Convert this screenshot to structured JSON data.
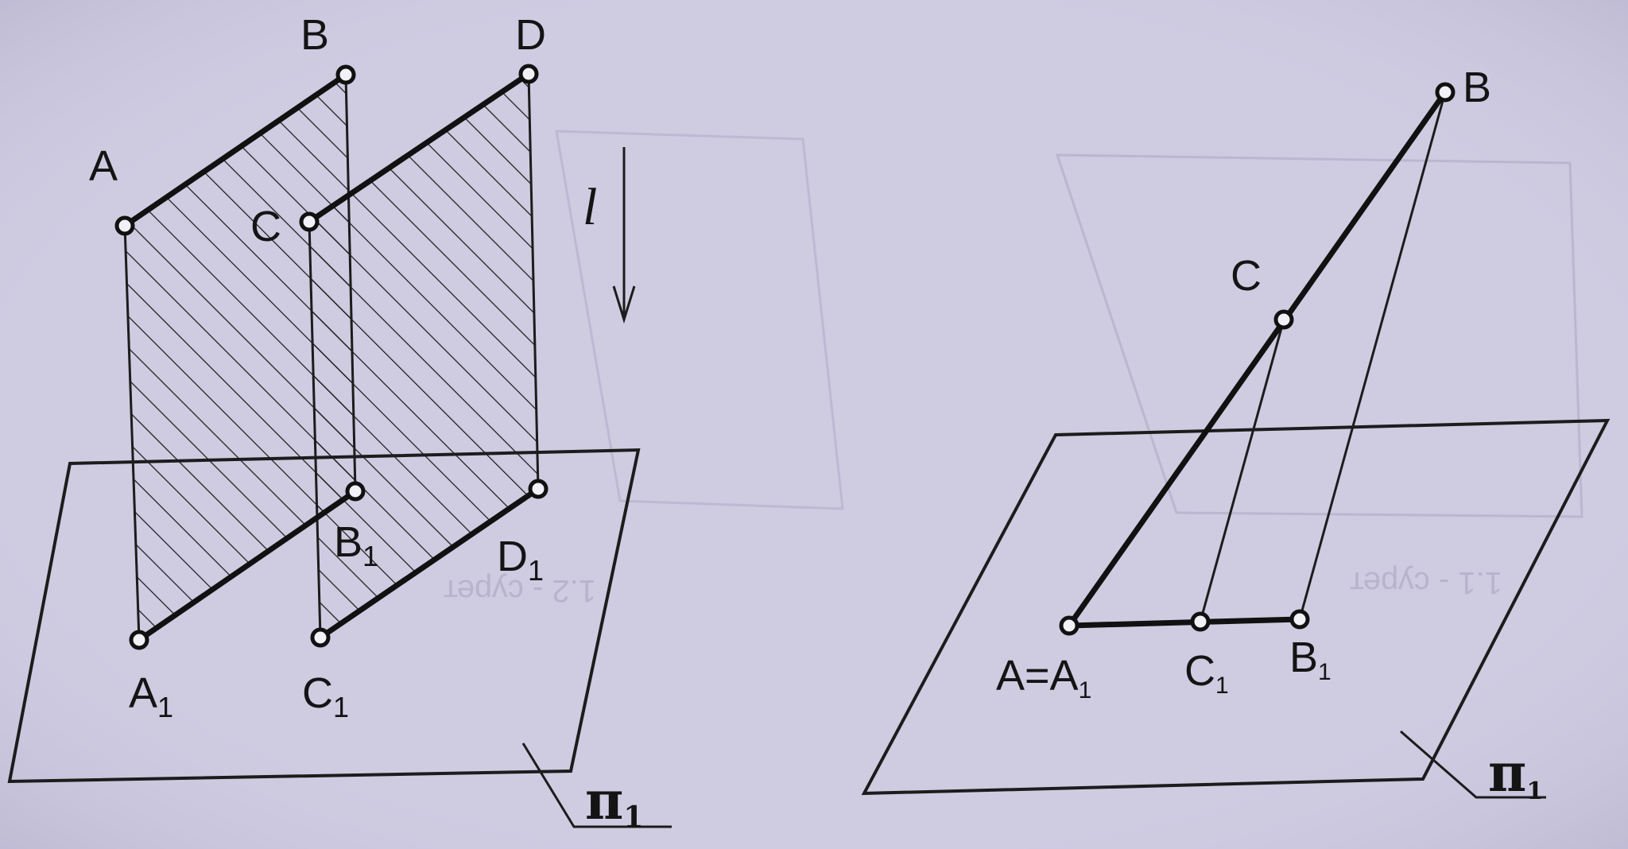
{
  "left_figure": {
    "labels": {
      "A": "A",
      "B": "B",
      "C": "C",
      "D": "D",
      "A1": "A",
      "A1_sub": "1",
      "B1": "B",
      "B1_sub": "1",
      "C1": "C",
      "C1_sub": "1",
      "D1": "D",
      "D1_sub": "1",
      "direction": "l",
      "plane": "π",
      "plane_sub": "1"
    }
  },
  "right_figure": {
    "labels": {
      "B": "B",
      "C": "C",
      "A_eq_A1": "A=A",
      "A_eq_A1_sub": "1",
      "C1": "C",
      "C1_sub": "1",
      "B1": "B",
      "B1_sub": "1",
      "plane": "π",
      "plane_sub": "1"
    }
  },
  "background_show_through": {
    "text_1": "1.2 - сурет",
    "text_2": "1.1 - сурет"
  },
  "colors": {
    "paper": "#cfcbe1",
    "ink": "#141414"
  }
}
